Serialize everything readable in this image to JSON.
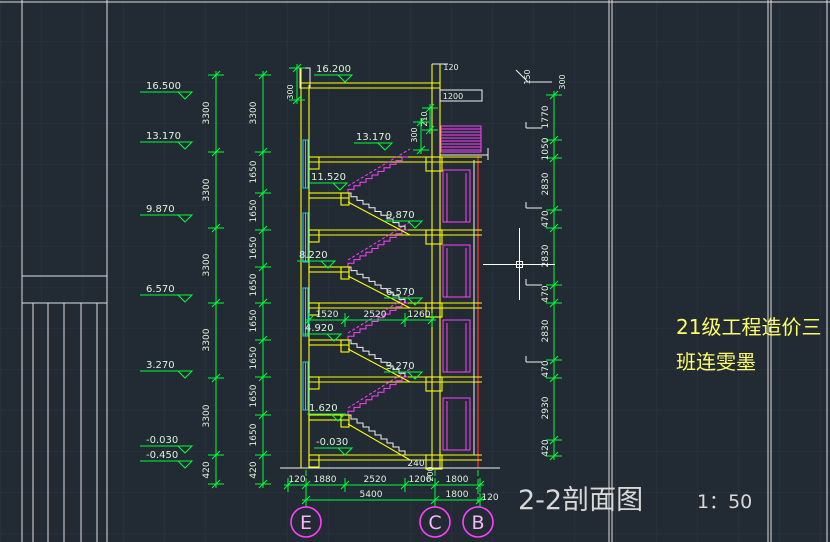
{
  "drawing": {
    "title": "2-2剖面图",
    "scale": "1：50",
    "note_line1": "21级工程造价三",
    "note_line2": "班连雯墨",
    "axis_labels": {
      "e": "E",
      "c": "C",
      "b": "B"
    },
    "elevations_outside": [
      "16.500",
      "13.170",
      "9.870",
      "6.570",
      "3.270",
      "-0.030",
      "-0.450"
    ],
    "elevations_inside": [
      "16.200",
      "13.170",
      "11.520",
      "9.870",
      "8.220",
      "6.570",
      "4.920",
      "3.270",
      "1.620",
      "-0.030"
    ],
    "dims_left_outer": [
      "3300",
      "3300",
      "3300",
      "3300",
      "3300",
      "420"
    ],
    "dims_left_inner": [
      "3300",
      "1650",
      "1650",
      "1650",
      "1650",
      "1650",
      "1650",
      "1650",
      "1650",
      "420"
    ],
    "dims_right": [
      "1770",
      "1050",
      "2830",
      "470",
      "2830",
      "470",
      "2830",
      "470",
      "2930",
      "420"
    ],
    "dims_top_right": [
      "150",
      "300"
    ],
    "dims_top": [
      "120",
      "1200",
      "300",
      "300",
      "210"
    ],
    "dims_stair": [
      "1520",
      "2520",
      "1260"
    ],
    "dims_base": [
      "240",
      "200",
      "120"
    ],
    "dims_bottom_row1": [
      "120",
      "1880",
      "2520",
      "1200",
      "1800"
    ],
    "dims_bottom_row2": [
      "5400",
      "1800"
    ],
    "colors": {
      "background": "#222a33",
      "grid": "#2c3540",
      "frame": "#e0e0e0",
      "dimension": "#00ff3c",
      "text": "#dcf3dc",
      "wall": "#ffff00",
      "stair_beyond": "#ff40ff",
      "window": "#20c8ff",
      "wall_axis_b": "#ff3030",
      "note": "#ffff66",
      "axis": "#ff40ff",
      "axis_text": "#f4b8f4",
      "section_cut": "#f2f2f2",
      "title": "#d8d8d8"
    }
  }
}
